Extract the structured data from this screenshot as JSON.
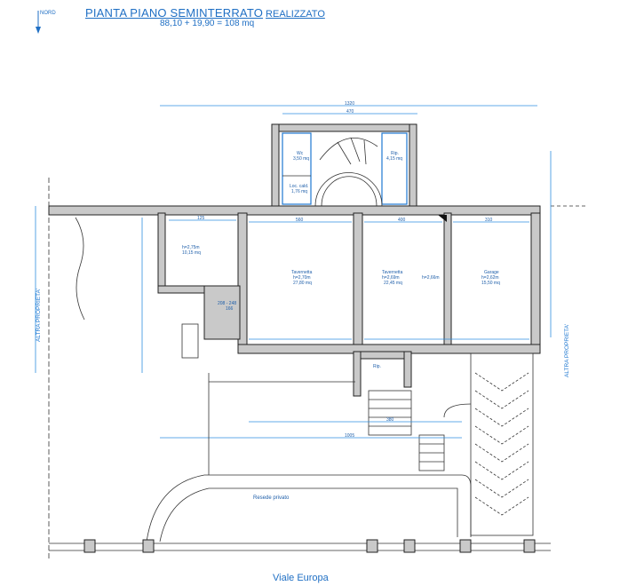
{
  "header": {
    "title": "PIANTA PIANO SEMINTERRATO",
    "status": "REALIZZATO",
    "formula": "88,10 + 19,90 = 108 mq"
  },
  "north_label": "NORD",
  "street_label": "Viale Europa",
  "boundary_label": "ALTRA PROPRIETA'",
  "rooms": {
    "room_left": {
      "line1": "h=2,75m",
      "line2": "10,15 mq"
    },
    "taverna1": {
      "name": "Tavernetta",
      "height": "h=2,70m",
      "area": "27,80 mq"
    },
    "taverna2": {
      "name": "Tavernetta",
      "height": "h=2,69m",
      "area": "22,45 mq"
    },
    "h_mid": "h=2,66m",
    "garage": {
      "name": "Garage",
      "height": "h=2,62m",
      "area": "15,50 mq"
    },
    "wc": {
      "name": "Wc",
      "area": "3,50 mq"
    },
    "loc_cald": {
      "name": "Loc. cald.",
      "area": "1,76 mq"
    },
    "rip_top": {
      "name": "Rip.",
      "area": "4,15 mq"
    },
    "rip_bottom": "Rip."
  },
  "resede": "Resede privato",
  "dims": {
    "top1": "1320",
    "top2": "470",
    "d_left_room": "125",
    "d_taverna1": "560",
    "d_taverna2": "400",
    "d_garage": "310",
    "d_small1": "208 - 248",
    "d_small2": "166",
    "d_bottom": "1005",
    "d_stair": "380"
  },
  "colors": {
    "accent": "#1f6fc4",
    "wall_fill": "#c9c9c9",
    "dimension_line": "#2f8fe0"
  }
}
